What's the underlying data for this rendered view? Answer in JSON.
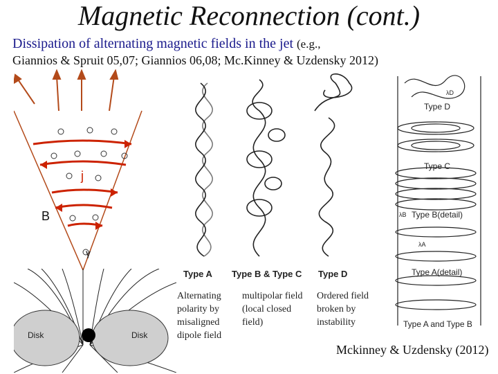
{
  "title": "Magnetic Reconnection (cont.)",
  "subtitle": {
    "main": "Dissipation of alternating magnetic fields in the jet",
    "eg": "(e.g.,",
    "refs": "Giannios & Spruit 05,07; Giannios 06,08; Mc.Kinney & Uzdensky 2012)"
  },
  "jet_diagram": {
    "j_label": "j",
    "b_label": "B",
    "gamma_label": "γ"
  },
  "disk_diagram": {
    "disk_left": "Disk",
    "disk_right": "Disk"
  },
  "field_types": {
    "type_a": "Type A",
    "type_bc": "Type B & Type C",
    "type_d": "Type D"
  },
  "captions": {
    "alternating": "Alternating polarity by misaligned dipole field",
    "multipolar": "multipolar field (local closed field)",
    "ordered": "Ordered field broken by instability"
  },
  "right_panel": {
    "type_d": "Type D",
    "type_c": "Type C",
    "type_b_detail": "Type B(detail)",
    "type_a_detail": "Type A(detail)",
    "type_a_and_b": "Type A and Type B",
    "lambda_d": "λD",
    "lambda_b": "λB",
    "lambda_a": "λA"
  },
  "reference": "Mckinney & Uzdensky (2012)",
  "colors": {
    "jet_arrows": "#cc2200",
    "cone_lines": "#b34a1a",
    "title_blue": "#1a1a8c"
  }
}
